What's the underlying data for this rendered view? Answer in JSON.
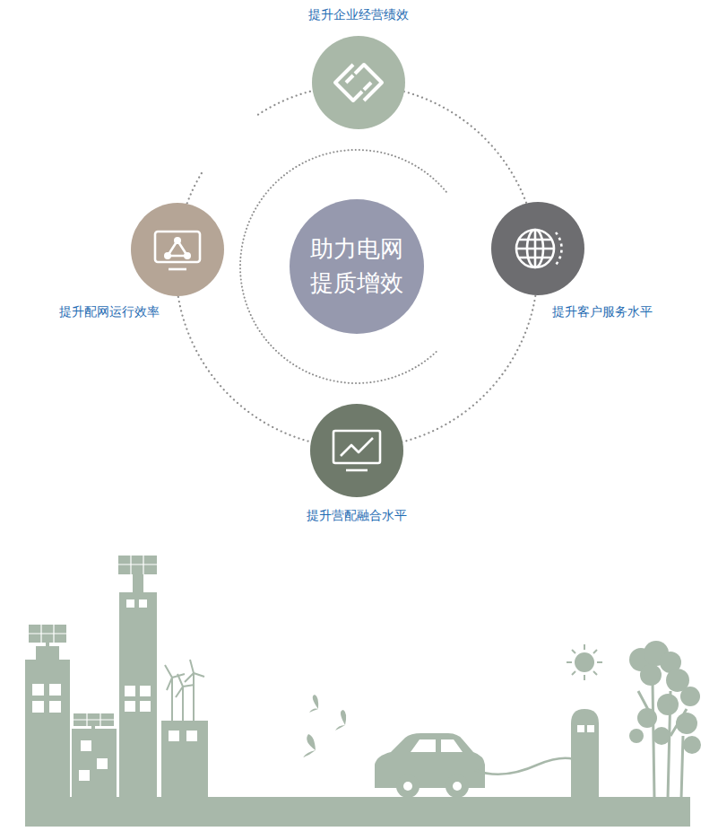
{
  "diagram": {
    "nodes": [
      {
        "text": [
          "提升企业经营绩效"
        ]
      },
      {
        "text": [
          "提升配网运行效率"
        ]
      },
      {
        "text": [
          "助力电网 提质增效"
        ]
      },
      {
        "text": [
          "提升客户服务水平"
        ]
      },
      {
        "text": [
          "提升营配融合水平"
        ]
      }
    ]
  }
}
